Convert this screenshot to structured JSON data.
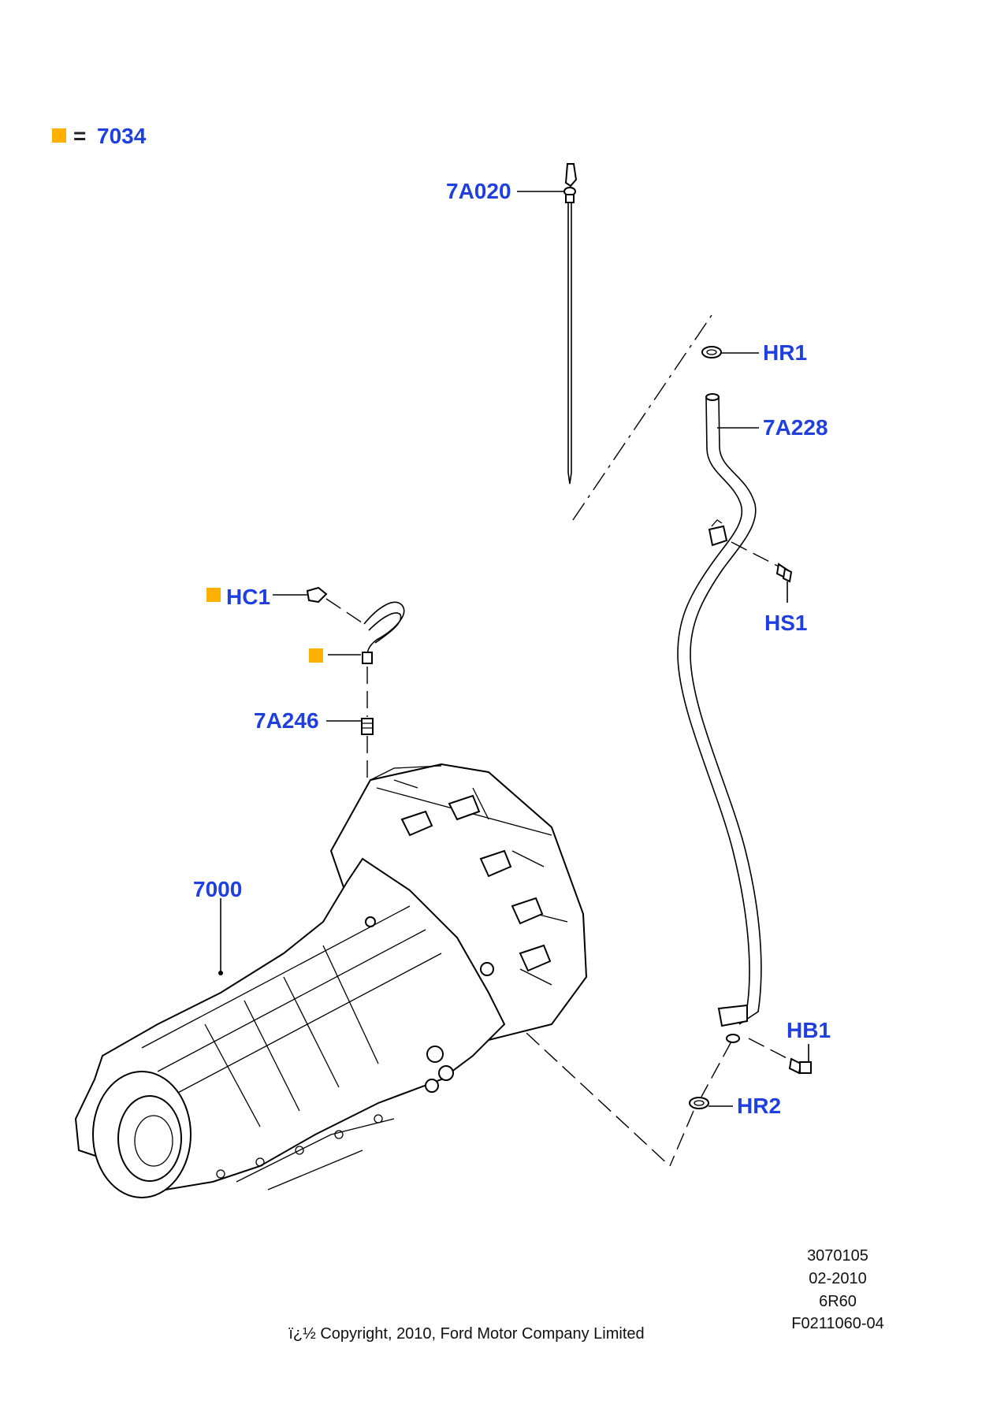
{
  "legend": {
    "marker_color": "#FFB000",
    "equals": "=",
    "code": "7034"
  },
  "callout_color": "#1F3FE0",
  "callouts": {
    "dipstick": "7A020",
    "ring_upper": "HR1",
    "filler_tube": "7A228",
    "screw": "HS1",
    "hose_clamp": "HC1",
    "vent": "7A246",
    "transmission": "7000",
    "bolt": "HB1",
    "ring_lower": "HR2"
  },
  "meta": {
    "illustration_id": "3070105",
    "date": "02-2010",
    "model": "6R60",
    "figure": "F0211060-04"
  },
  "copyright": "ï¿½ Copyright, 2010, Ford Motor Company Limited",
  "icons": [
    "legend-square-icon",
    "orange-marker-icon"
  ]
}
